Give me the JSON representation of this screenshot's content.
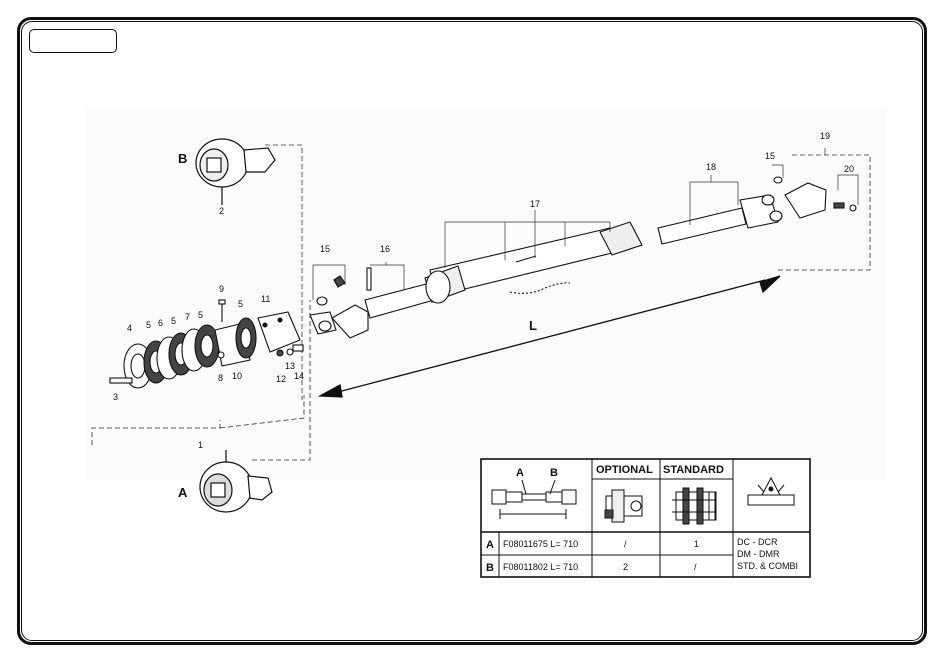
{
  "callouts": {
    "n1": "1",
    "n2": "2",
    "n3": "3",
    "n4": "4",
    "n5a": "5",
    "n5b": "5",
    "n5c": "5",
    "n5d": "5",
    "n6": "6",
    "n7": "7",
    "n8": "8",
    "n9": "9",
    "n10": "10",
    "n11": "11",
    "n12": "12",
    "n13": "13",
    "n14": "14",
    "n15a": "15",
    "n15b": "15",
    "n16": "16",
    "n17": "17",
    "n18": "18",
    "n19": "19",
    "n20": "20"
  },
  "letters": {
    "a": "A",
    "b": "B",
    "length": "L"
  },
  "table": {
    "header_a": "A",
    "header_b": "B",
    "col_optional": "OPTIONAL",
    "col_standard": "STANDARD",
    "rows": [
      {
        "key": "A",
        "code": "F08011675 L= 710",
        "optional": "/",
        "standard": "1"
      },
      {
        "key": "B",
        "code": "F08011802 L= 710",
        "optional": "2",
        "standard": "/"
      }
    ],
    "models": [
      "DC - DCR",
      "DM - DMR",
      "STD. & COMBI"
    ]
  }
}
